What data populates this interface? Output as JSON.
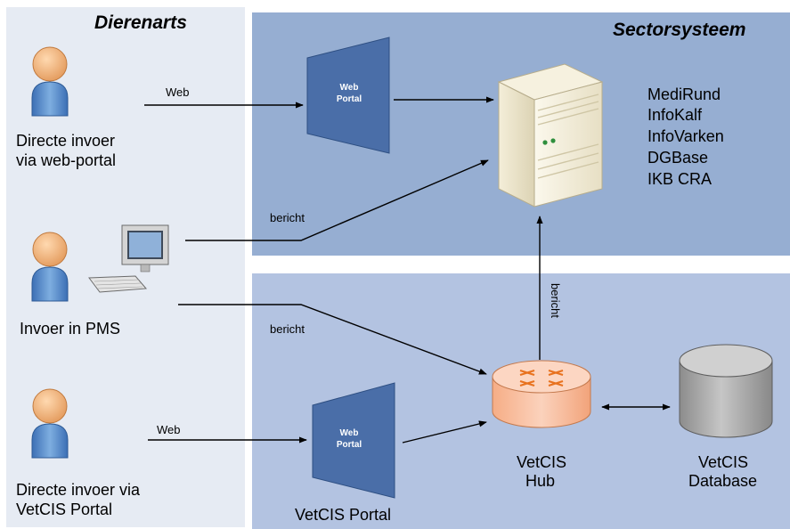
{
  "sections": {
    "dierenarts_title": "Dierenarts",
    "sector_title": "Sectorsysteem"
  },
  "actors": {
    "web_portal_user": [
      "Directe invoer",
      "via web-portal"
    ],
    "pms_user": "Invoer in PMS",
    "vetcis_portal_user": [
      "Directe invoer via",
      "VetCIS Portal"
    ]
  },
  "connections": {
    "web_top": "Web",
    "web_bottom": "Web",
    "bericht_top": "bericht",
    "bericht_mid": "bericht",
    "bericht_vertical": "bericht"
  },
  "portals": {
    "top": [
      "Web",
      "Portal"
    ],
    "bottom": [
      "Web",
      "Portal"
    ],
    "bottom_caption": "VetCIS Portal"
  },
  "sector_systems": [
    "MediRund",
    "InfoKalf",
    "InfoVarken",
    "DGBase",
    "IKB CRA"
  ],
  "hub": [
    "VetCIS",
    "Hub"
  ],
  "database": [
    "VetCIS",
    "Database"
  ],
  "colors": {
    "left_panel": "#e6ebf3",
    "sector_panel": "#96aed2",
    "vetcis_panel": "#b3c3e1",
    "portal": "#4a6ea8",
    "hub": "#f7b897",
    "hub_arrows": "#e8721f",
    "database": "#a6a6a6",
    "person_head": "#f5b27b",
    "person_body": "#4a7fc1"
  },
  "icons": [
    "person-icon",
    "computer-icon",
    "server-icon",
    "router-icon",
    "database-icon"
  ]
}
